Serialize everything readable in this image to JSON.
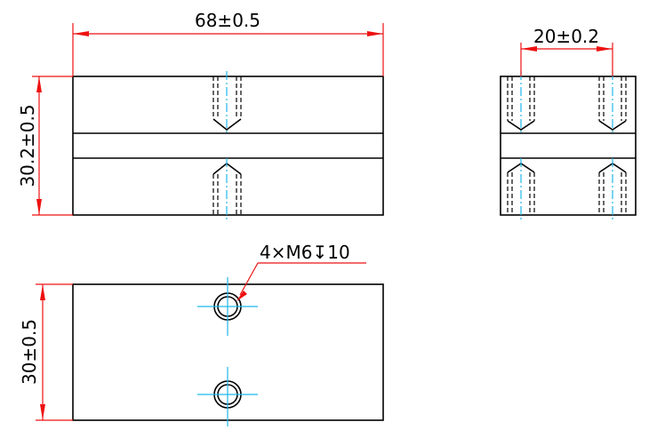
{
  "colors": {
    "object_line": "#000000",
    "dimension_line": "#ee1111",
    "center_line": "#1fb8ea",
    "background": "#ffffff"
  },
  "dimensions": {
    "front_width": "68±0.5",
    "front_height": "30.2±0.5",
    "side_hole_spacing": "20±0.2",
    "top_depth": "30±0.5"
  },
  "callouts": {
    "thread_note": "4×M6↧10"
  }
}
